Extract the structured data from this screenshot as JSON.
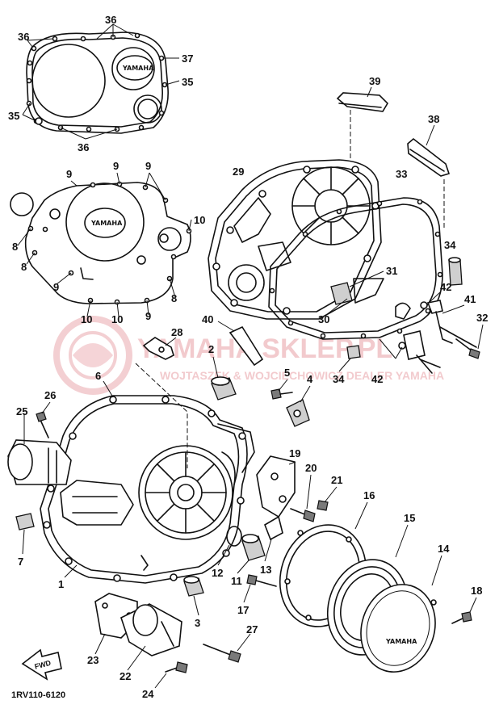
{
  "diagram": {
    "code": "1RV110-6120",
    "direction_label": "FWD",
    "logo_text": "YAMAHA",
    "watermark": {
      "line1": "YAMAHA SKLEP.PL",
      "line2": "WOJTASZEK & WOJCIECHOWICZ DEALER YAMAHA"
    },
    "colors": {
      "ink": "#111111",
      "watermark": "#e8a0a6"
    },
    "callouts": [
      {
        "id": "c36a",
        "num": "36"
      },
      {
        "id": "c36b",
        "num": "36"
      },
      {
        "id": "c37",
        "num": "37"
      },
      {
        "id": "c35a",
        "num": "35"
      },
      {
        "id": "c35b",
        "num": "35"
      },
      {
        "id": "c36c",
        "num": "36"
      },
      {
        "id": "c9a",
        "num": "9"
      },
      {
        "id": "c9b",
        "num": "9"
      },
      {
        "id": "c9c",
        "num": "9"
      },
      {
        "id": "c10a",
        "num": "10"
      },
      {
        "id": "c8a",
        "num": "8"
      },
      {
        "id": "c8b",
        "num": "8"
      },
      {
        "id": "c8c",
        "num": "8"
      },
      {
        "id": "c9d",
        "num": "9"
      },
      {
        "id": "c10b",
        "num": "10"
      },
      {
        "id": "c10c",
        "num": "10"
      },
      {
        "id": "c9e",
        "num": "9"
      },
      {
        "id": "c39",
        "num": "39"
      },
      {
        "id": "c38",
        "num": "38"
      },
      {
        "id": "c29",
        "num": "29"
      },
      {
        "id": "c33",
        "num": "33"
      },
      {
        "id": "c34a",
        "num": "34"
      },
      {
        "id": "c31",
        "num": "31"
      },
      {
        "id": "c42a",
        "num": "42"
      },
      {
        "id": "c41",
        "num": "41"
      },
      {
        "id": "c30",
        "num": "30"
      },
      {
        "id": "c32",
        "num": "32"
      },
      {
        "id": "c40",
        "num": "40"
      },
      {
        "id": "c34b",
        "num": "34"
      },
      {
        "id": "c42b",
        "num": "42"
      },
      {
        "id": "c28",
        "num": "28"
      },
      {
        "id": "c2",
        "num": "2"
      },
      {
        "id": "c6",
        "num": "6"
      },
      {
        "id": "c5",
        "num": "5"
      },
      {
        "id": "c4",
        "num": "4"
      },
      {
        "id": "c26",
        "num": "26"
      },
      {
        "id": "c25",
        "num": "25"
      },
      {
        "id": "c19",
        "num": "19"
      },
      {
        "id": "c20",
        "num": "20"
      },
      {
        "id": "c21",
        "num": "21"
      },
      {
        "id": "c16",
        "num": "16"
      },
      {
        "id": "c15",
        "num": "15"
      },
      {
        "id": "c14",
        "num": "14"
      },
      {
        "id": "c7",
        "num": "7"
      },
      {
        "id": "c1",
        "num": "1"
      },
      {
        "id": "c12",
        "num": "12"
      },
      {
        "id": "c11",
        "num": "11"
      },
      {
        "id": "c13",
        "num": "13"
      },
      {
        "id": "c18",
        "num": "18"
      },
      {
        "id": "c17",
        "num": "17"
      },
      {
        "id": "c3",
        "num": "3"
      },
      {
        "id": "c27",
        "num": "27"
      },
      {
        "id": "c23",
        "num": "23"
      },
      {
        "id": "c22",
        "num": "22"
      },
      {
        "id": "c24",
        "num": "24"
      }
    ]
  }
}
